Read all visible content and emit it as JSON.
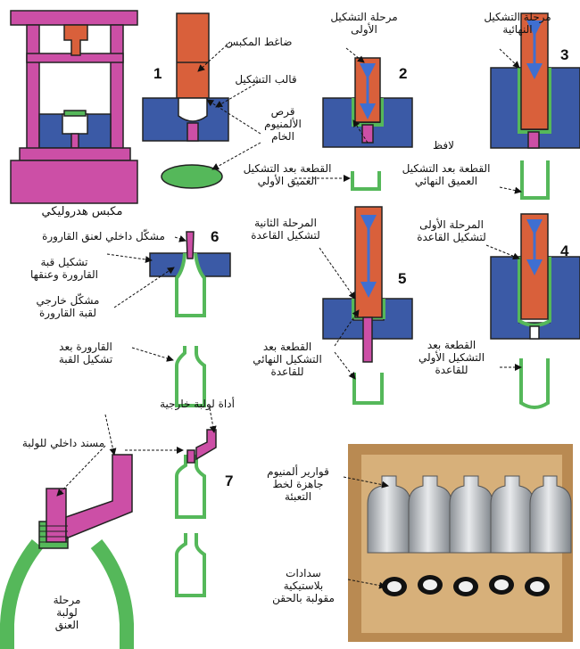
{
  "labels": {
    "press_punch": "ضاغط المكبس",
    "die": "قالب التشكيل",
    "disc": "قرص\nالألمنيوم\nالخام",
    "hydraulic_press": "مكبس هدروليكي",
    "stage1_title": "مرحلة التشكيل\nالأولى",
    "ejector": "لافظ",
    "part_after_initial_deep": "القطعة بعد التشكيل\nالعميق الأولي",
    "final_stage_title": "مرحلة التشكيل\nالنهائية",
    "part_after_final_deep": "القطعة بعد التشكيل\nالعميق النهائي",
    "neck_inner_former": "مشكّل داخلي لعنق القارورة",
    "dome_forming": "تشكيل قبة\nالقارورة وعنقها",
    "outer_former": "مشكّل خارجي\nلقبة القارورة",
    "bottle_after_dome": "القارورة بعد\nتشكيل القبة",
    "second_base_stage": "المرحلة الثانية\nلتشكيل القاعدة",
    "part_after_final_base": "القطعة بعد\nالتشكيل النهائي\nللقاعدة",
    "first_base_stage": "المرحلة الأولى\nلتشكيل القاعدة",
    "part_after_initial_base": "القطعة بعد\nالتشكيل الأولي\nللقاعدة",
    "outer_thread_tool": "أداة لولبة خارجية",
    "inner_thread_support": "مسند داخلي للولبة",
    "neck_threading_stage": "مرحلة\nلولبة\nالعنق",
    "ready_bottles": "قوارير ألمنيوم\nجاهزة لخط\nالتعبئة",
    "plastic_caps": "سدادات\nبلاستيكية\nمقولبة بالحقن"
  },
  "step_numbers": [
    "1",
    "2",
    "3",
    "4",
    "5",
    "6",
    "7"
  ],
  "colors": {
    "press_magenta": "#cc4fa6",
    "punch_orange": "#d9603b",
    "die_blue": "#3b5aa6",
    "metal_green": "#55b85a",
    "arrow_blue": "#3f6fd1"
  }
}
